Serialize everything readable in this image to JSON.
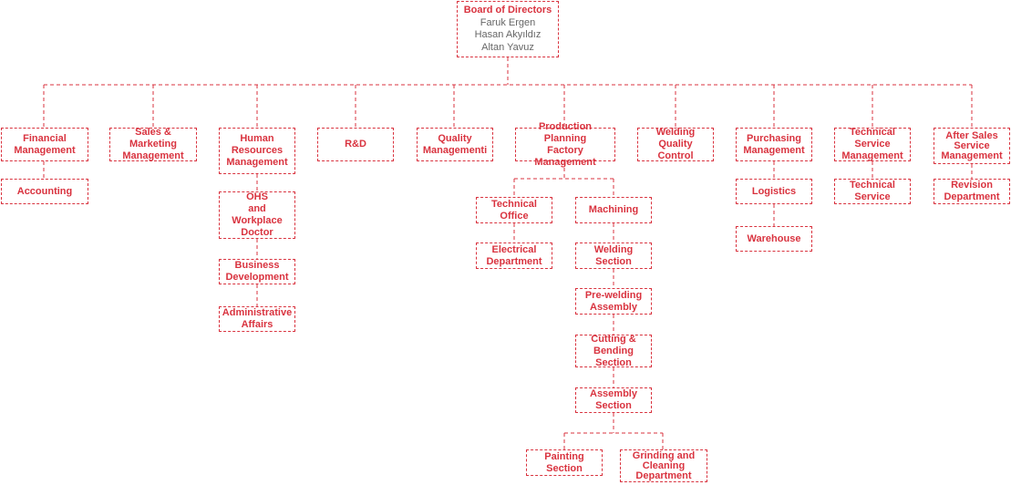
{
  "board": {
    "title": "Board of Directors",
    "members": [
      "Faruk Ergen",
      "Hasan Akyıldız",
      "Altan Yavuz"
    ]
  },
  "departments": {
    "financial": "Financial\nManagement",
    "accounting": "Accounting",
    "sales": "Sales & Marketing\nManagement",
    "hr": "Human\nResources\nManagement",
    "ohs": "OHS\nand Workplace\nDoctor",
    "business_dev": "Business\nDevelopment",
    "admin_affairs": "Administrative\nAffairs",
    "rnd": "R&D",
    "quality": "Quality\nManagementi",
    "production": "Production Planning\nFactory Management",
    "technical_office": "Technical\nOffice",
    "electrical": "Electrical\nDepartment",
    "machining": "Machining",
    "welding_section": "Welding\nSection",
    "prewelding": "Pre-welding\nAssembly",
    "cutting": "Cutting &\nBending Section",
    "assembly": "Assembly\nSection",
    "painting": "Painting\nSection",
    "grinding": "Grinding and\nCleaning\nDepartment",
    "welding_qc": "Welding\nQuality Control",
    "purchasing": "Purchasing\nManagement",
    "logistics": "Logistics",
    "warehouse": "Warehouse",
    "tech_service_mgmt": "Technical Service\nManagement",
    "tech_service": "Technical Service",
    "after_sales": "After Sales\nService\nManagement",
    "revision": "Revision\nDepartment"
  },
  "colors": {
    "accent": "#d9333f",
    "member_text": "#666666"
  }
}
